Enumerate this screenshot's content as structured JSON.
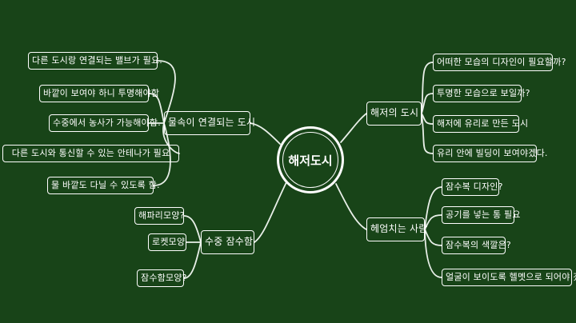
{
  "center": {
    "label": "해저도시"
  },
  "branches": {
    "left_top": {
      "label": "물속이 연결되는 도시",
      "items": [
        "다른 도시랑 연결되는 밸브가 필요.",
        "바깥이 보여야 하니 투명해야함",
        "수중에서 농사가 가능해야함.",
        "다른 도시와 통신할 수 있는 안테나가 필요",
        "물 바깥도 다닐 수 있도록 함."
      ]
    },
    "left_bottom": {
      "label": "수중 잠수함",
      "items": [
        "해파리모양?",
        "로켓모양",
        "잠수함모양?"
      ]
    },
    "right_top": {
      "label": "해저의 도시",
      "items": [
        "어떠한 모습의 디자인이 필요할까?",
        "투명한 모습으로 보일까?",
        "해저에 유리로 만든 도시",
        "유리 안에 빌딩이 보여야겠다."
      ]
    },
    "right_bottom": {
      "label": "헤엄치는 사람",
      "items": [
        "잠수복 디자인?",
        "공기를 넣는 통 필요",
        "잠수복의 색깔은?",
        "얼굴이 보이도록 헬멧으로 되어야 겠다."
      ]
    }
  },
  "colors": {
    "background": "#184418",
    "line": "#ffffff"
  }
}
